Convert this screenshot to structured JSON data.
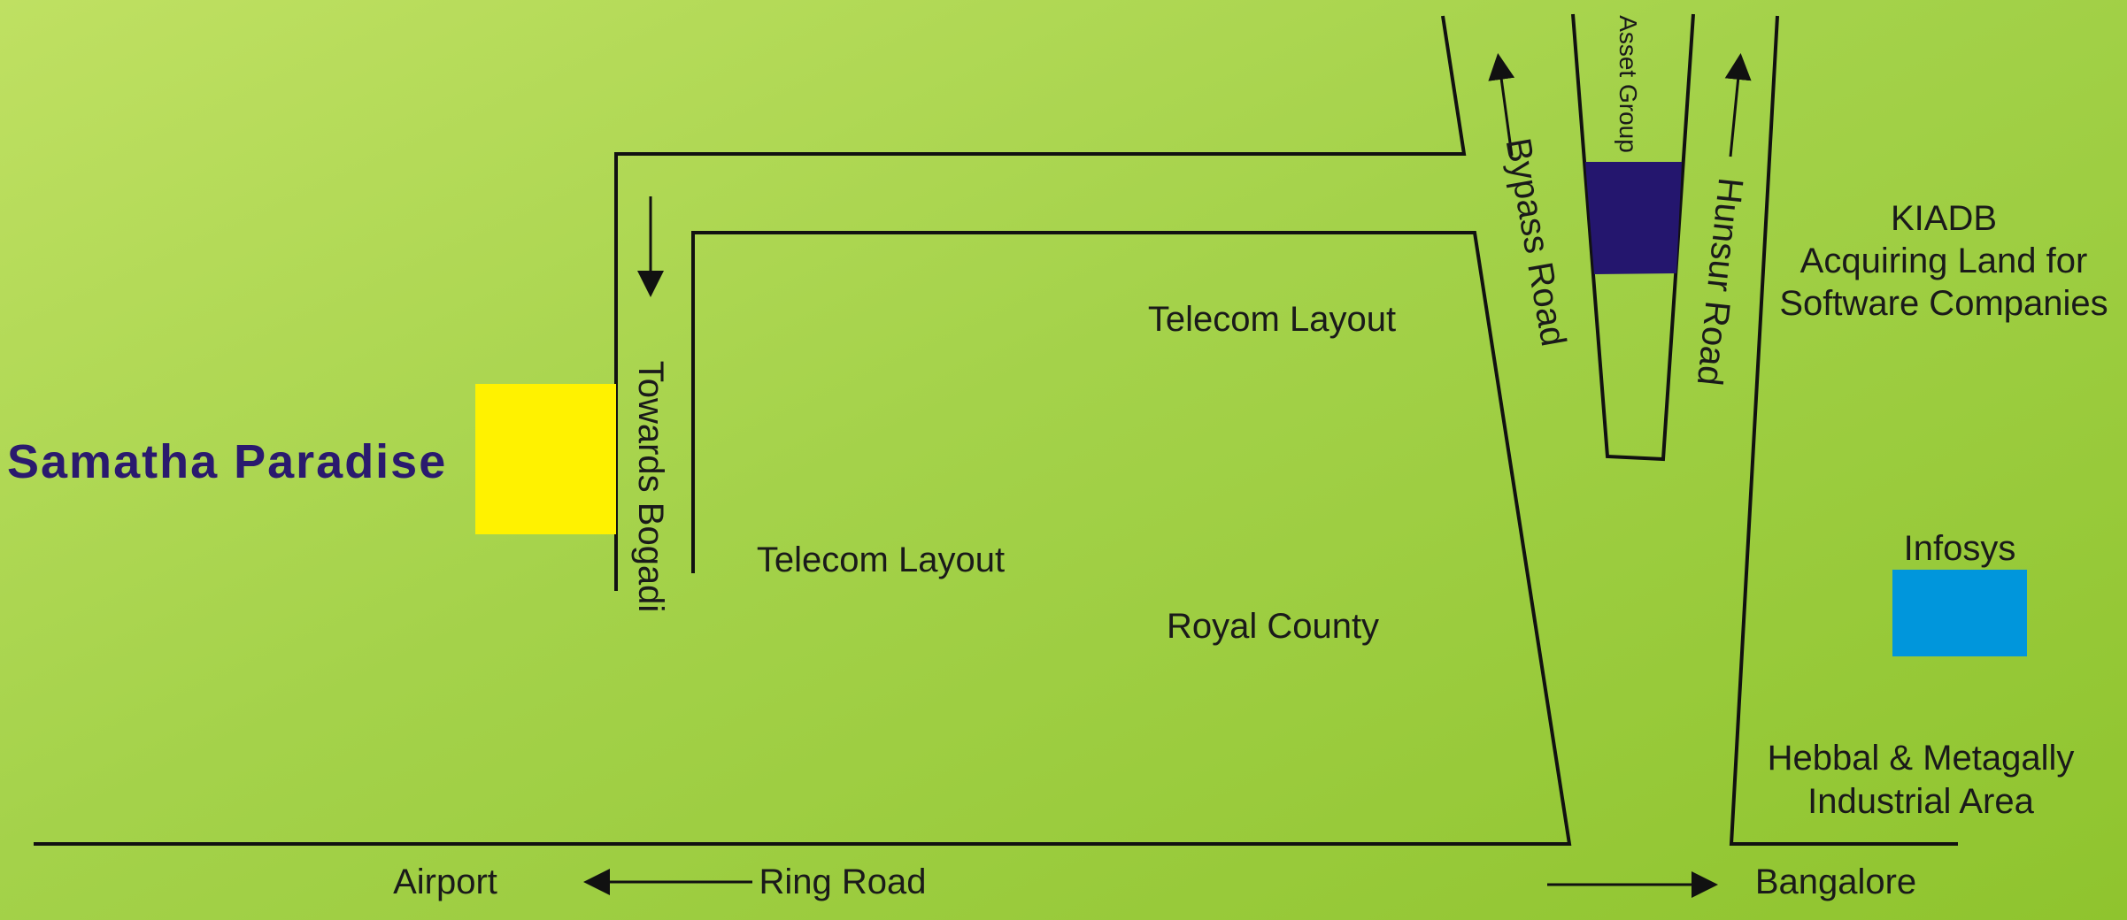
{
  "title": "Samatha Paradise",
  "labels": {
    "towards_bogadi": "Towards Bogadi",
    "telecom_layout_top": "Telecom Layout",
    "telecom_layout_bottom": "Telecom Layout",
    "royal_county": "Royal County",
    "bypass_road": "Bypass Road",
    "asset_group": "Asset Group",
    "hunsur_road": "Hunsur Road",
    "kiadb_line1": "KIADB",
    "kiadb_line2": "Acquiring Land for",
    "kiadb_line3": "Software Companies",
    "infosys": "Infosys",
    "hebbal_line1": "Hebbal & Metagally",
    "hebbal_line2": "Industrial Area",
    "airport": "Airport",
    "ring_road": "Ring Road",
    "bangalore": "Bangalore"
  },
  "colors": {
    "background": "#a4d24a",
    "samatha_marker": "#fff200",
    "asset_group_marker": "#24166e",
    "infosys_marker": "#0096dc",
    "title_text": "#2a1a6e",
    "road": "#111111"
  }
}
